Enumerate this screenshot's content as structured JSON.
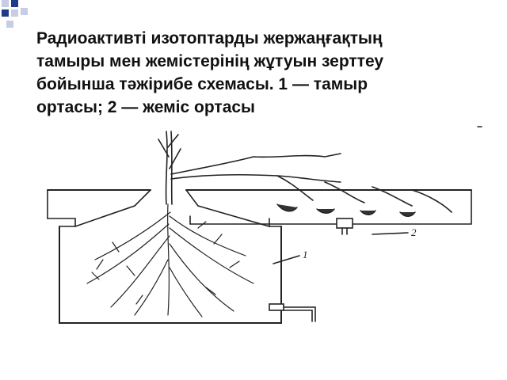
{
  "title_lines": [
    "Радиоактивті изотоптарды жержаңғақтың",
    "тамыры мен жемістерінің жұтуын зерттеу",
    "бойынша тәжірибе схемасы. 1 — тамыр",
    "ортасы; 2 — жеміс ортасы"
  ],
  "labels": {
    "root_medium": "1",
    "fruit_medium": "2"
  },
  "colors": {
    "square_blue": "#1f3c8c",
    "square_light": "#c6cde4",
    "ink": "#222222"
  }
}
